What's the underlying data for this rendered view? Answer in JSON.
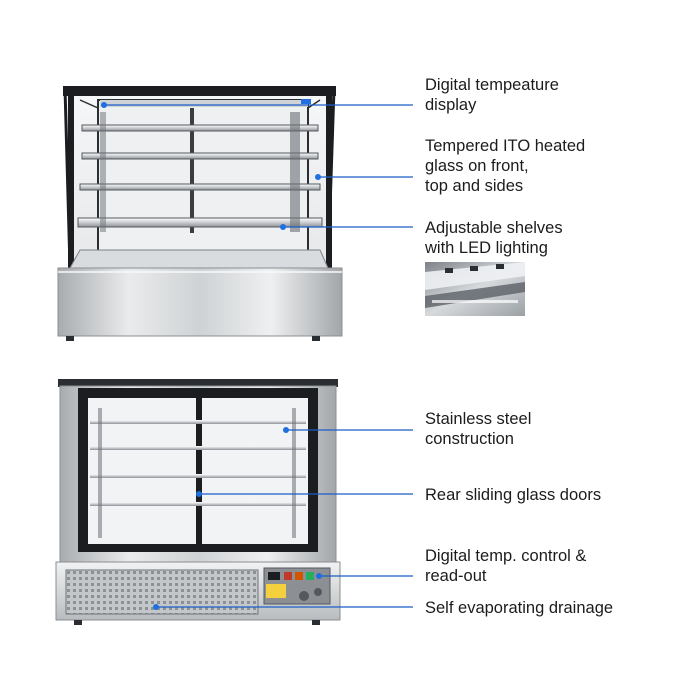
{
  "callouts": [
    {
      "lines": [
        "Digital tempeature",
        "display"
      ]
    },
    {
      "lines": [
        "Tempered ITO heated",
        "glass on front,",
        "top and sides"
      ]
    },
    {
      "lines": [
        "Adjustable shelves",
        "with LED lighting"
      ]
    },
    {
      "lines": [
        "Stainless steel",
        "construction"
      ]
    },
    {
      "lines": [
        "Rear sliding glass doors"
      ]
    },
    {
      "lines": [
        "Digital temp. control &",
        "read-out"
      ]
    },
    {
      "lines": [
        "Self evaporating drainage"
      ]
    }
  ],
  "colors": {
    "leader": "#1a5ec7",
    "dot": "#1f6fe0",
    "steel_light": "#e4e6e8",
    "steel_dark": "#9ea2a6",
    "frame": "#1b1d20"
  }
}
